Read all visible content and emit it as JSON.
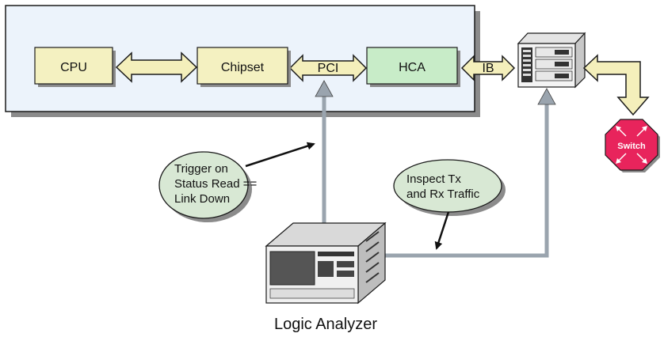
{
  "blocks": {
    "cpu": "CPU",
    "chipset": "Chipset",
    "hca": "HCA"
  },
  "links": {
    "pci": "PCI",
    "ib": "IB"
  },
  "switch_label": "Switch",
  "callouts": {
    "trigger": [
      "Trigger on",
      "Status Read ==",
      "Link Down"
    ],
    "inspect": [
      "Inspect Tx",
      "and Rx Traffic"
    ]
  },
  "analyzer_label": "Logic Analyzer",
  "colors": {
    "block_fill": "#f4f1c1",
    "hca_fill": "#c8ecc8",
    "panel_fill": "#ecf3fb",
    "arrow_fill": "#f4efbb",
    "cable": "#9aa4ae",
    "callout_fill": "#d8e8d4",
    "switch_fill": "#e8245c"
  }
}
